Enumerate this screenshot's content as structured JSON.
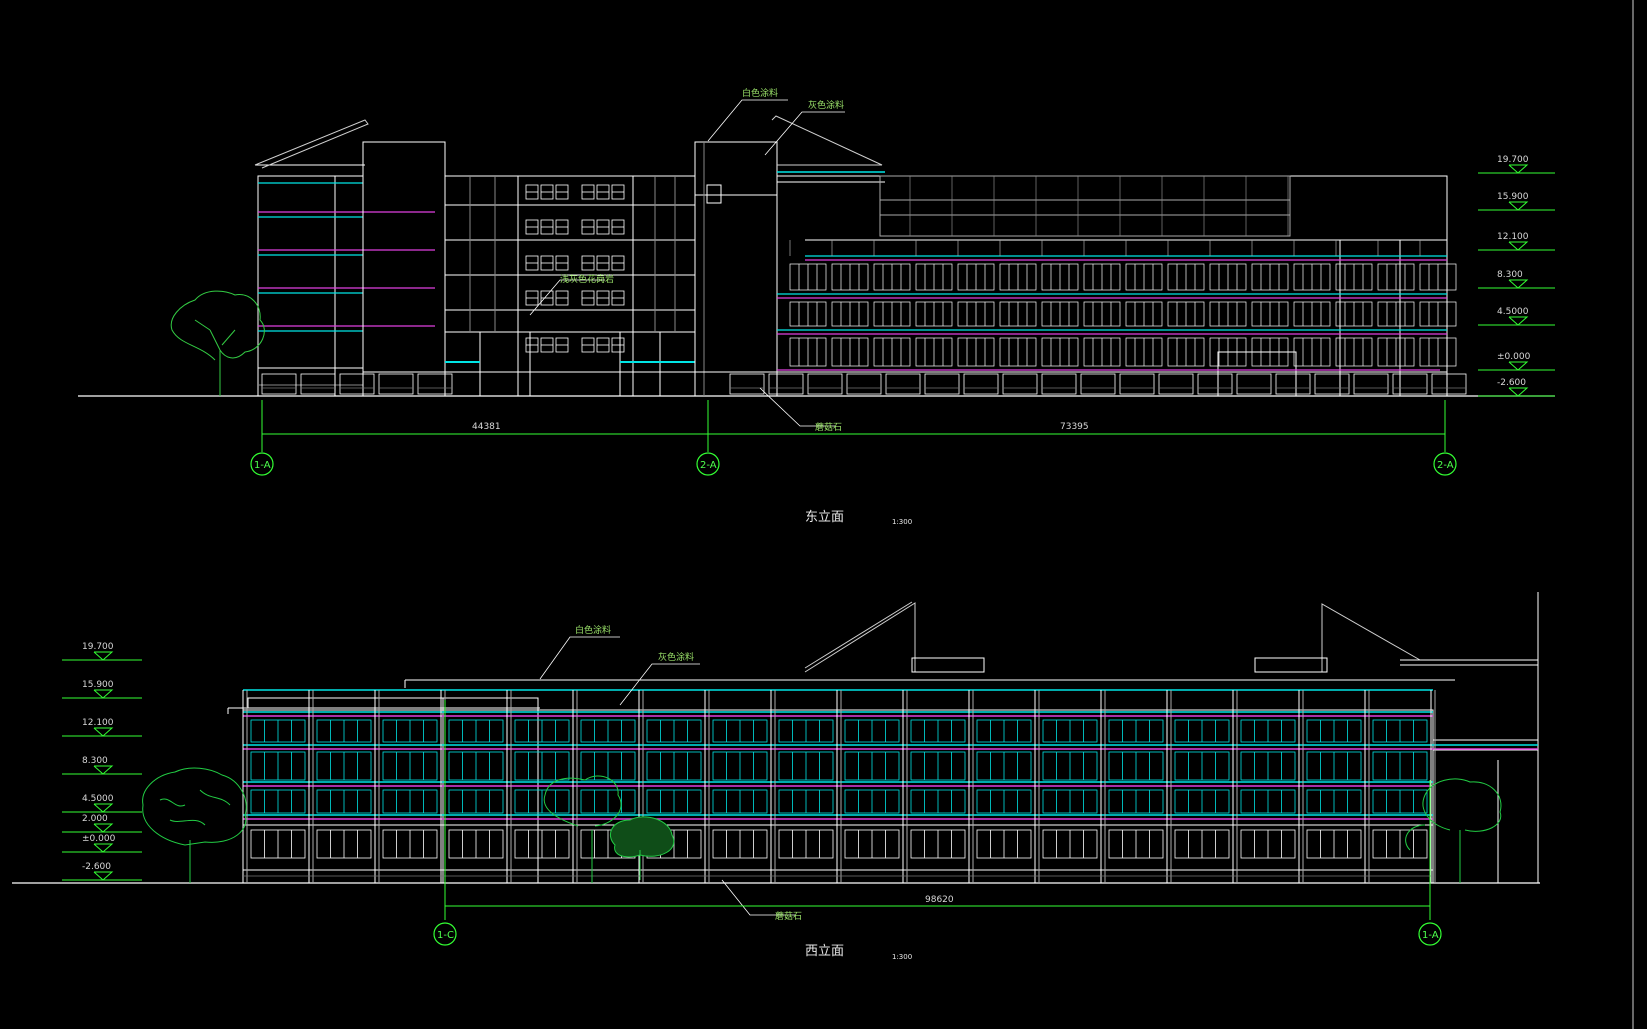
{
  "colors": {
    "background": "#000000",
    "outline": "#ffffff",
    "cyan": "#00e5e5",
    "magenta": "#e040e0",
    "green": "#33ff33",
    "tree": "#22cc44",
    "grey": "#9a9a9a"
  },
  "east_elevation": {
    "title": "东立面",
    "scale": "1:300",
    "notes": [
      "白色涂料",
      "灰色涂料",
      "浅灰色花岗岩",
      "蘑菇石"
    ],
    "levels": [
      "19.700",
      "15.900",
      "12.100",
      "8.300",
      "4.5000",
      "±0.000",
      "-2.600"
    ],
    "dimensions": [
      "44381",
      "73395"
    ],
    "axes": [
      "1-A",
      "2-A",
      "2-A"
    ]
  },
  "west_elevation": {
    "title": "西立面",
    "scale": "1:300",
    "notes": [
      "白色涂料",
      "灰色涂料",
      "蘑菇石"
    ],
    "levels": [
      "19.700",
      "15.900",
      "12.100",
      "8.300",
      "4.5000",
      "2.000",
      "±0.000",
      "-2.600"
    ],
    "dimensions": [
      "98620"
    ],
    "axes": [
      "1-C",
      "1-A"
    ]
  }
}
